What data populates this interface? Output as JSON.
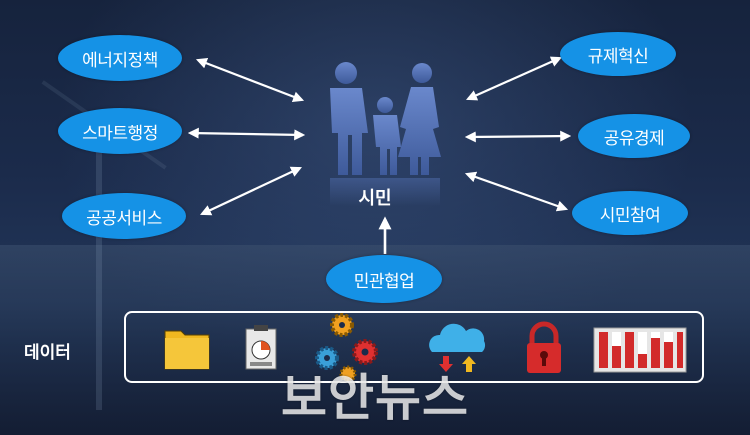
{
  "center": {
    "label": "시민"
  },
  "left_nodes": [
    {
      "label": "에너지정책"
    },
    {
      "label": "스마트행정"
    },
    {
      "label": "공공서비스"
    }
  ],
  "right_nodes": [
    {
      "label": "규제혁신"
    },
    {
      "label": "공유경제"
    },
    {
      "label": "시민참여"
    }
  ],
  "bottom_node": {
    "label": "민관협업"
  },
  "data_bar": {
    "label": "데이터",
    "icons": [
      "folder-icon",
      "clipboard-chart-icon",
      "gears-icon",
      "cloud-transfer-icon",
      "padlock-icon",
      "server-bars-icon"
    ]
  },
  "watermark": "보안뉴스",
  "colors": {
    "bubble": "#1592e6",
    "figure": "#5573b8",
    "lock": "#d62b2b",
    "folder": "#f0b820"
  }
}
